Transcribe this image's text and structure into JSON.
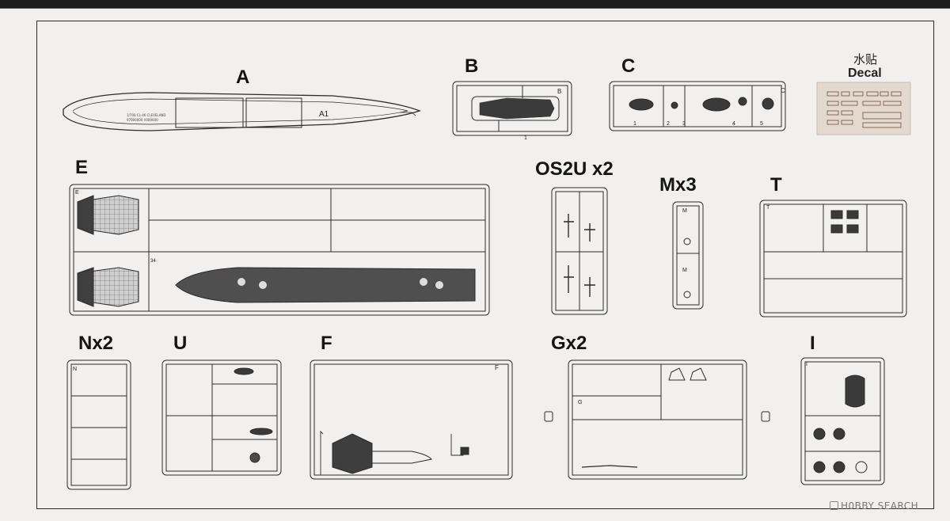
{
  "sprue_labels": {
    "a": "A",
    "b": "B",
    "c": "C",
    "e": "E",
    "os2u": "OS2U x2",
    "m": "Mx3",
    "t": "T",
    "n": "Nx2",
    "u": "U",
    "f": "F",
    "g": "Gx2",
    "i": "I"
  },
  "decal": {
    "chinese": "水贴",
    "english": "Decal"
  },
  "hull_marking": "A1",
  "watermark": "H0BBY SEARCH",
  "colors": {
    "background": "#f1f0ee",
    "line": "#2b2b2b",
    "deck_fill": "#4f4f4f"
  }
}
